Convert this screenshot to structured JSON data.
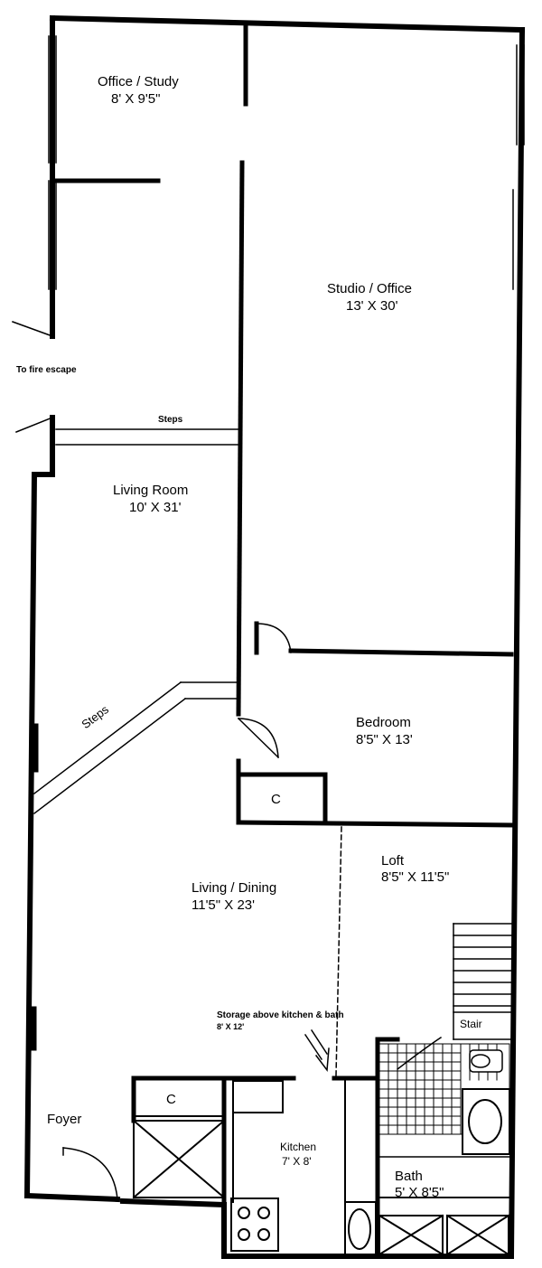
{
  "rooms": {
    "office_study": {
      "name": "Office / Study",
      "dims": "8' X 9'5\""
    },
    "studio_office": {
      "name": "Studio / Office",
      "dims": "13' X 30'"
    },
    "living_room": {
      "name": "Living Room",
      "dims": "10' X 31'"
    },
    "bedroom": {
      "name": "Bedroom",
      "dims": "8'5\" X 13'"
    },
    "loft": {
      "name": "Loft",
      "dims": "8'5\" X 11'5\""
    },
    "living_dining": {
      "name": "Living / Dining",
      "dims": "11'5\" X 23'"
    },
    "kitchen": {
      "name": "Kitchen",
      "dims": "7' X 8'"
    },
    "bath": {
      "name": "Bath",
      "dims": "5' X 8'5\""
    },
    "foyer": {
      "name": "Foyer"
    }
  },
  "labels": {
    "fire_escape": "To fire escape",
    "steps_top": "Steps",
    "steps_diag": "Steps",
    "stair": "Stair",
    "closet_bedroom": "C",
    "closet_kitchen": "C",
    "storage_line1": "Storage above kitchen & bath",
    "storage_line2": "8' X 12'"
  }
}
